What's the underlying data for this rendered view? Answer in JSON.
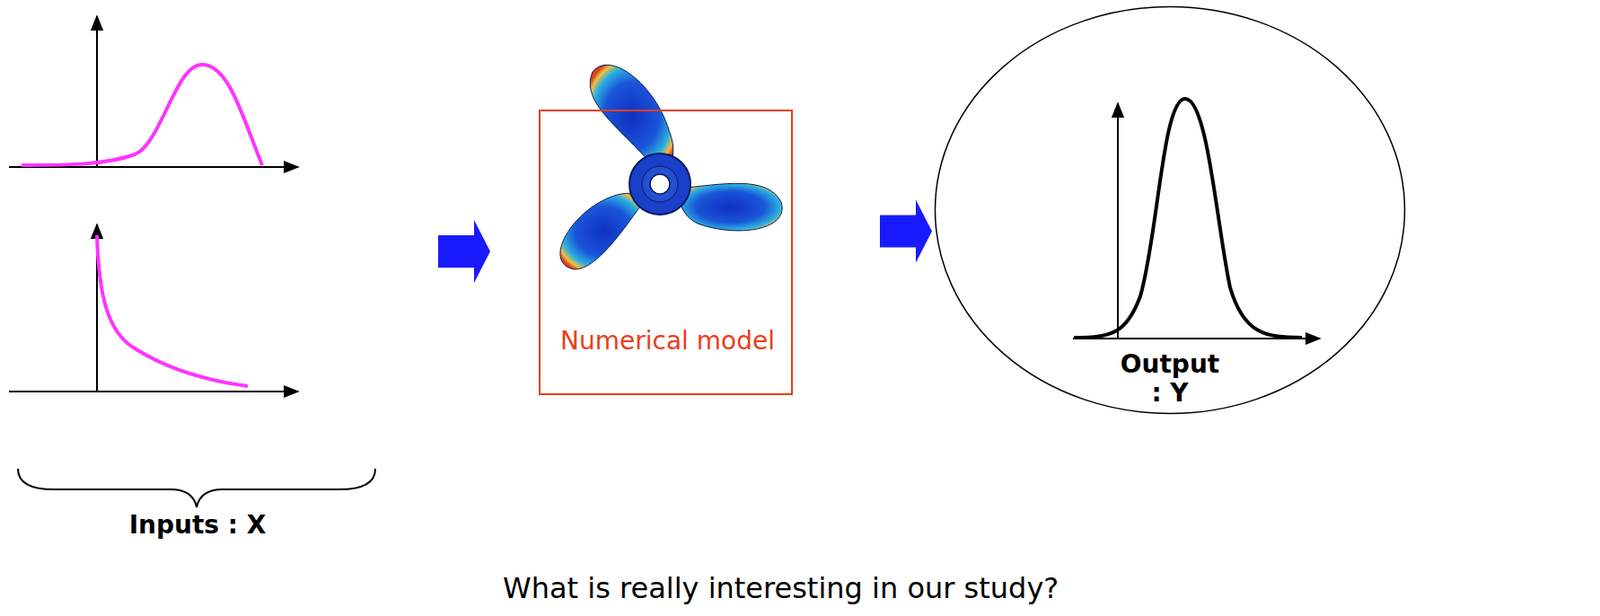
{
  "diagram": {
    "nodes": [
      {
        "text": [
          "Numerical model"
        ]
      },
      {
        "text": [
          "Output : Y"
        ]
      }
    ],
    "edges": [
      {
        "from": 0,
        "to": 1,
        "arrow": "to"
      }
    ],
    "labels": [
      "Inputs : X",
      "What is really interesting in our study?"
    ]
  }
}
